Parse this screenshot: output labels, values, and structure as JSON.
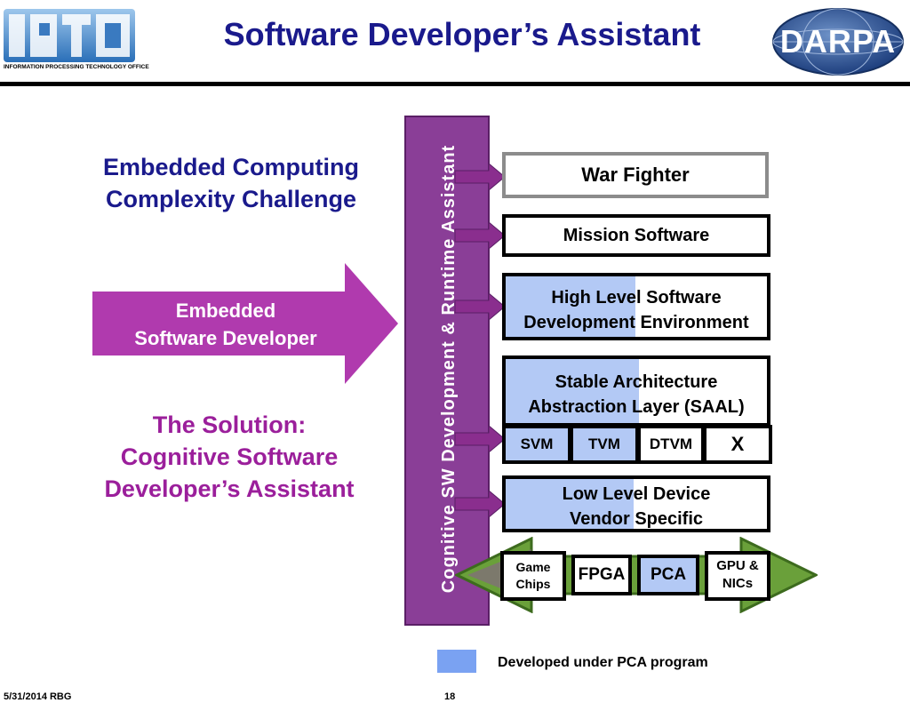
{
  "header": {
    "title": "Software Developer’s Assistant",
    "left_logo_text": "IPTO",
    "left_logo_caption": "INFORMATION PROCESSING TECHNOLOGY OFFICE",
    "right_logo_text": "DARPA"
  },
  "left": {
    "challenge_line1": "Embedded Computing",
    "challenge_line2": "Complexity Challenge",
    "arrow_line1": "Embedded",
    "arrow_line2": "Software Developer",
    "solution_line1": "The Solution:",
    "solution_line2": "Cognitive Software",
    "solution_line3": "Developer’s Assistant"
  },
  "vertical_bar": {
    "label": "Cognitive SW Development &  Runtime Assistant"
  },
  "stack": {
    "war_fighter": "War Fighter",
    "mission_software": "Mission Software",
    "hlsde_line1": "High Level Software",
    "hlsde_line2": "Development Environment",
    "saal_line1": "Stable Architecture",
    "saal_line2": "Abstraction Layer (SAAL)",
    "svm": "SVM",
    "tvm": "TVM",
    "dtvm": "DTVM",
    "x": "X",
    "lld_line1": "Low Level Device",
    "lld_line2": "Vendor Specific",
    "game_chips_line1": "Game",
    "game_chips_line2": "Chips",
    "fpga": "FPGA",
    "pca": "PCA",
    "gpu_line1": "GPU &",
    "gpu_line2": "NICs"
  },
  "legend": {
    "label": "Developed under PCA program",
    "color": "#7aa2f2"
  },
  "footer": {
    "date": "5/31/2014 RBG",
    "page": "18"
  },
  "colors": {
    "title_blue": "#1a1a8c",
    "solution_purple": "#9b1f9b",
    "arrow_magenta": "#b03aae",
    "bar_purple": "#8a3e97",
    "fill_blue": "#b3c9f5",
    "green_arrow": "#6aa03a"
  }
}
